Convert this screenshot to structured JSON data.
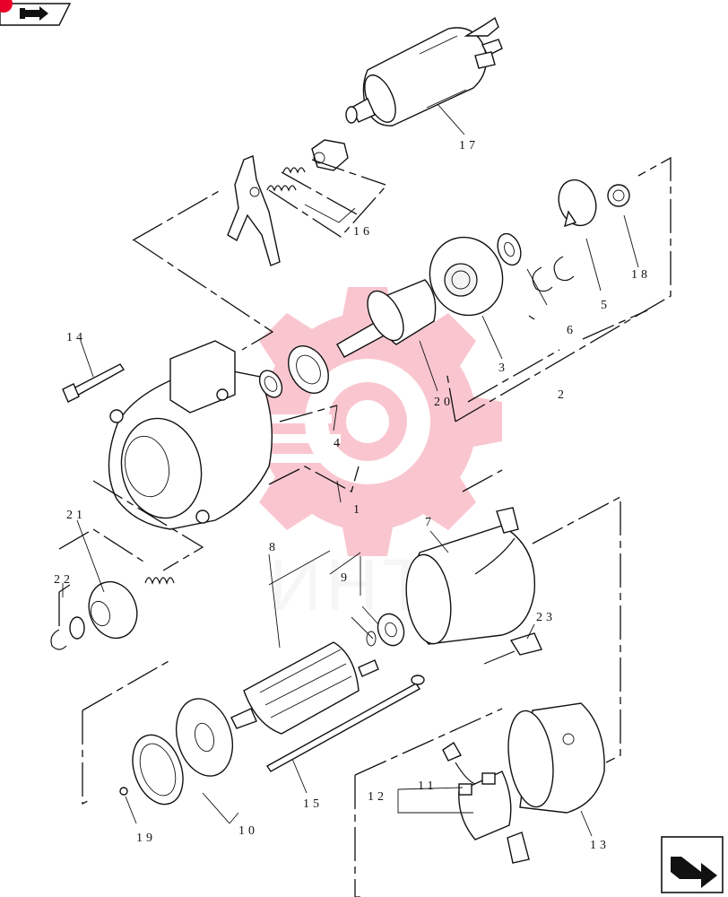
{
  "nav": {
    "top_left_icon": "arrow-right-icon",
    "bottom_right_icon": "arrow-next-icon",
    "corner_marker_color": "#e8002a"
  },
  "watermark": {
    "icon": "gear-logo-icon",
    "text": "ИНТЕХ",
    "color": "#e8002a"
  },
  "callouts": {
    "c1": "1",
    "c2": "2",
    "c3": "3",
    "c4": "4",
    "c5": "5",
    "c6": "6",
    "c7": "7",
    "c8": "8",
    "c9": "9",
    "c10": "10",
    "c11": "11",
    "c12": "12",
    "c13": "13",
    "c14": "14",
    "c15": "15",
    "c16": "16",
    "c17": "17",
    "c18": "18",
    "c19": "19",
    "c20": "20",
    "c21": "21",
    "c22": "22",
    "c23": "23"
  }
}
